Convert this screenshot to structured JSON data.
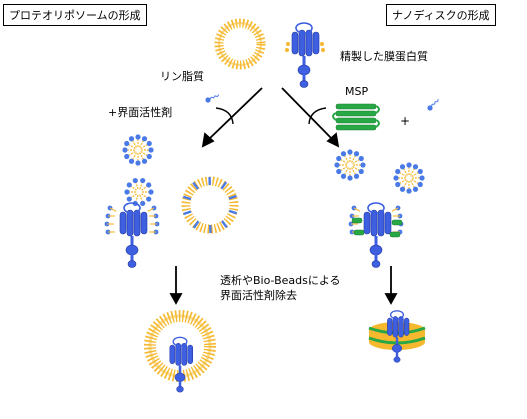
{
  "headers": {
    "proteoliposome": "プロテオリポソームの形成",
    "nanodisc": "ナノディスクの形成"
  },
  "labels": {
    "lipid": "リン脂質",
    "purified_membrane_protein": "精製した膜蛋白質",
    "detergent": "+界面活性剤",
    "msp": "MSP",
    "plus": "+",
    "removal_line1": "透析やBio-Beadsによる",
    "removal_line2": "界面活性剤除去"
  },
  "colors": {
    "lipid_orange": "#f5b82e",
    "protein_blue": "#3d5fe0",
    "detergent_blue": "#4a7ae8",
    "msp_green": "#28a745",
    "arrow": "#000000"
  }
}
